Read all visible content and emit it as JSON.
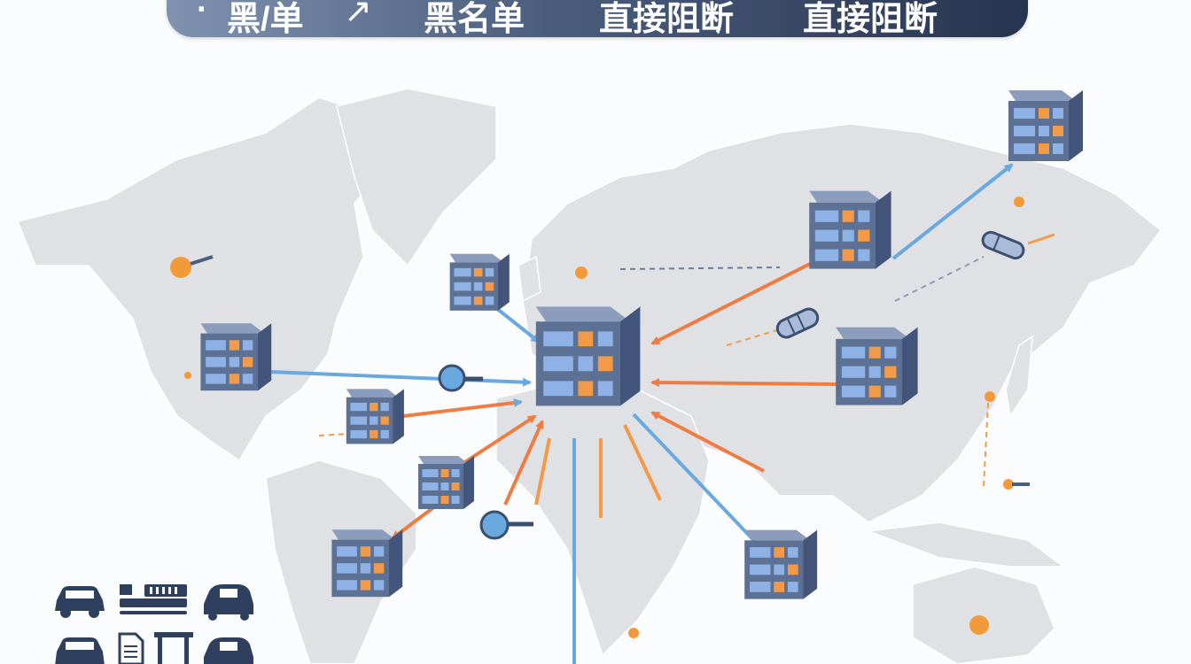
{
  "banner": {
    "bullet": "·",
    "seg1": "黑/单",
    "seg1_arrow": "↗",
    "seg2": "黑名单",
    "seg3": "直接阻断",
    "seg4": "直接阻断"
  },
  "colors": {
    "land": "#dfe1e5",
    "ocean": "#fbfcfd",
    "server_front": "#5d7194",
    "server_side": "#43557a",
    "server_top": "#8b9cbc",
    "window_blue": "#8fb2e6",
    "window_orange": "#f39a48",
    "flow_orange": "#ef7d43",
    "flow_blue": "#6aa9df",
    "marker_orange": "#f39a38"
  },
  "nodes": [
    {
      "id": "europe-hub",
      "type": "server-large"
    },
    {
      "id": "north-america",
      "type": "server"
    },
    {
      "id": "north-atlantic",
      "type": "server"
    },
    {
      "id": "west-africa",
      "type": "server"
    },
    {
      "id": "brazil",
      "type": "server"
    },
    {
      "id": "caribbean",
      "type": "server"
    },
    {
      "id": "russia",
      "type": "server"
    },
    {
      "id": "siberia",
      "type": "server"
    },
    {
      "id": "east-asia",
      "type": "server"
    },
    {
      "id": "east-africa",
      "type": "server"
    }
  ],
  "legend": [
    {
      "icon": "car-icon"
    },
    {
      "icon": "barcode-icon"
    },
    {
      "icon": "car-side-icon"
    },
    {
      "icon": "car-icon"
    },
    {
      "icon": "document-icon"
    },
    {
      "icon": "panel-icon"
    },
    {
      "icon": "car-side-icon"
    }
  ]
}
